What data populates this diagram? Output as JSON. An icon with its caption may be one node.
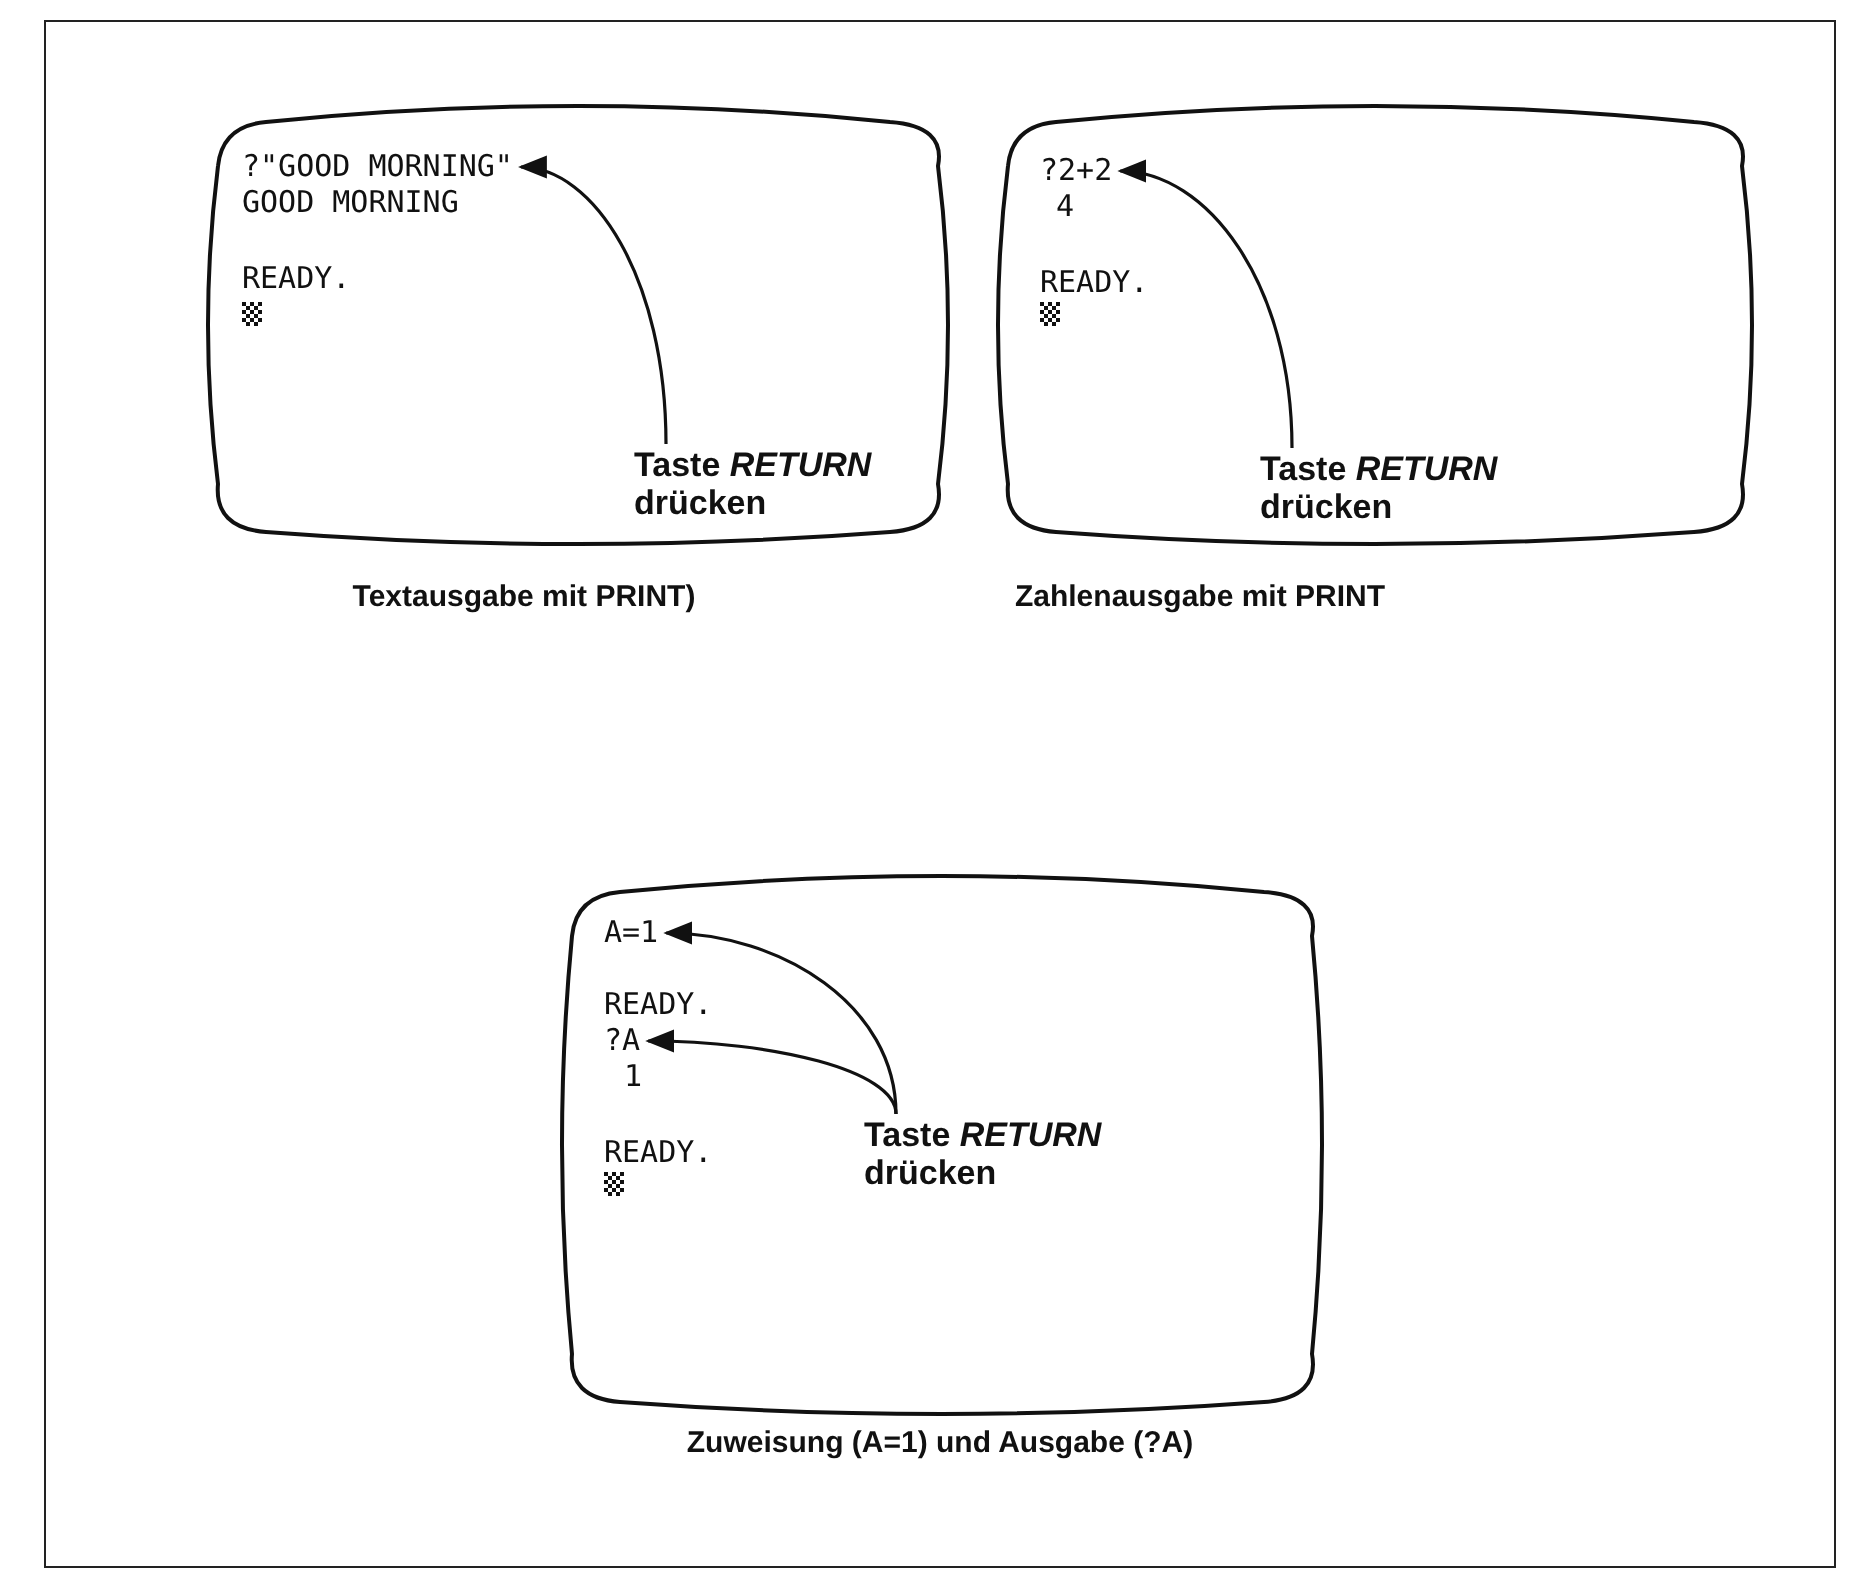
{
  "diagram": {
    "nodes": [
      {
        "text": [],
        "shape": "box",
        "beside": [
          "Textausgabe mit PRINT)"
        ]
      },
      {
        "text": [
          "?\"GOOD MORNING\""
        ],
        "in": 0
      },
      {
        "text": [
          "Taste *RETURN* drücken"
        ],
        "in": 0
      },
      {
        "text": [],
        "shape": "box",
        "beside": [
          "Zahlenausgabe mit PRINT"
        ]
      },
      {
        "text": [
          "?2+2"
        ],
        "in": 3
      },
      {
        "text": [
          "Taste *RETURN* drücken"
        ],
        "in": 3
      },
      {
        "text": [],
        "shape": "box",
        "beside": [
          "Zuweisung (A=1) und Ausgabe (?A)"
        ]
      },
      {
        "text": [
          "A=1"
        ],
        "in": 6
      },
      {
        "text": [
          "?A"
        ],
        "in": 6
      },
      {
        "text": [
          "Taste *RETURN* drücken"
        ],
        "in": 6
      }
    ],
    "edges": [
      {
        "from": 2,
        "to": 1,
        "arrow": "to"
      },
      {
        "from": 5,
        "to": 4,
        "arrow": "to"
      },
      {
        "from": 9,
        "to": 7,
        "arrow": "to"
      },
      {
        "from": 9,
        "to": 8,
        "arrow": "to"
      }
    ],
    "labels": [
      "GOOD MORNING",
      "READY.",
      "4",
      "READY.",
      "READY.",
      "1",
      "READY."
    ]
  }
}
